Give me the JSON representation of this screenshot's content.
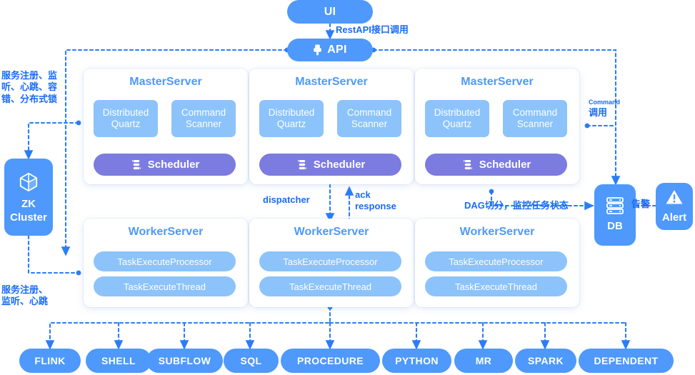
{
  "diagram": {
    "title": "DolphinScheduler Architecture",
    "colors": {
      "primary_blue": "#4E99FB",
      "light_blue": "#8CC3FB",
      "purple": "#7B7BE0",
      "label_blue": "#1A6BF5",
      "card_white": "#FFFFFF"
    }
  },
  "top": {
    "ui": {
      "label": "UI",
      "icon": ""
    },
    "api": {
      "label": "API",
      "icon": "plug-icon"
    },
    "ui_to_api_label": "RestAPI接口调用"
  },
  "zk": {
    "label_line1": "ZK",
    "label_line2": "Cluster",
    "icon": "cube-icon"
  },
  "zk_notes": {
    "top": "服务注册、监\n听、心跳、容\n错、分布式锁",
    "top_lines": [
      "服务注册、监",
      "听、心跳、容",
      "错、分布式锁"
    ],
    "bottom_lines": [
      "服务注册、",
      "监听、心跳"
    ]
  },
  "master_servers": [
    {
      "title": "MasterServer",
      "left_box": "Distributed\nQuartz",
      "left_box_lines": [
        "Distributed",
        "Quartz"
      ],
      "right_box_lines": [
        "Command",
        "Scanner"
      ],
      "scheduler": {
        "label": "Scheduler",
        "icon": "layers-icon"
      }
    },
    {
      "title": "MasterServer",
      "left_box_lines": [
        "Distributed",
        "Quartz"
      ],
      "right_box_lines": [
        "Command",
        "Scanner"
      ],
      "scheduler": {
        "label": "Scheduler",
        "icon": "layers-icon"
      }
    },
    {
      "title": "MasterServer",
      "left_box_lines": [
        "Distributed",
        "Quartz"
      ],
      "right_box_lines": [
        "Command",
        "Scanner"
      ],
      "scheduler": {
        "label": "Scheduler",
        "icon": "layers-icon"
      }
    }
  ],
  "worker_servers": [
    {
      "title": "WorkerServer",
      "processor": "TaskExecuteProcessor",
      "thread": "TaskExecuteThread"
    },
    {
      "title": "WorkerServer",
      "processor": "TaskExecuteProcessor",
      "thread": "TaskExecuteThread"
    },
    {
      "title": "WorkerServer",
      "processor": "TaskExecuteProcessor",
      "thread": "TaskExecuteThread"
    }
  ],
  "middle_labels": {
    "dispatcher": "dispatcher",
    "ack_line1": "ack",
    "ack_line2": "response",
    "dag": "DAG切分，监控任务状态"
  },
  "right": {
    "command_call_line1": "Command",
    "command_call_line2": "调用",
    "db": {
      "label": "DB",
      "icon": "database-icon"
    },
    "alert": {
      "label": "Alert",
      "icon": "warning-icon"
    },
    "alert_label": "告警"
  },
  "task_tags": [
    {
      "label": "FLINK"
    },
    {
      "label": "SHELL"
    },
    {
      "label": "SUBFLOW"
    },
    {
      "label": "SQL"
    },
    {
      "label": "PROCEDURE"
    },
    {
      "label": "PYTHON"
    },
    {
      "label": "MR"
    },
    {
      "label": "SPARK"
    },
    {
      "label": "DEPENDENT"
    }
  ]
}
